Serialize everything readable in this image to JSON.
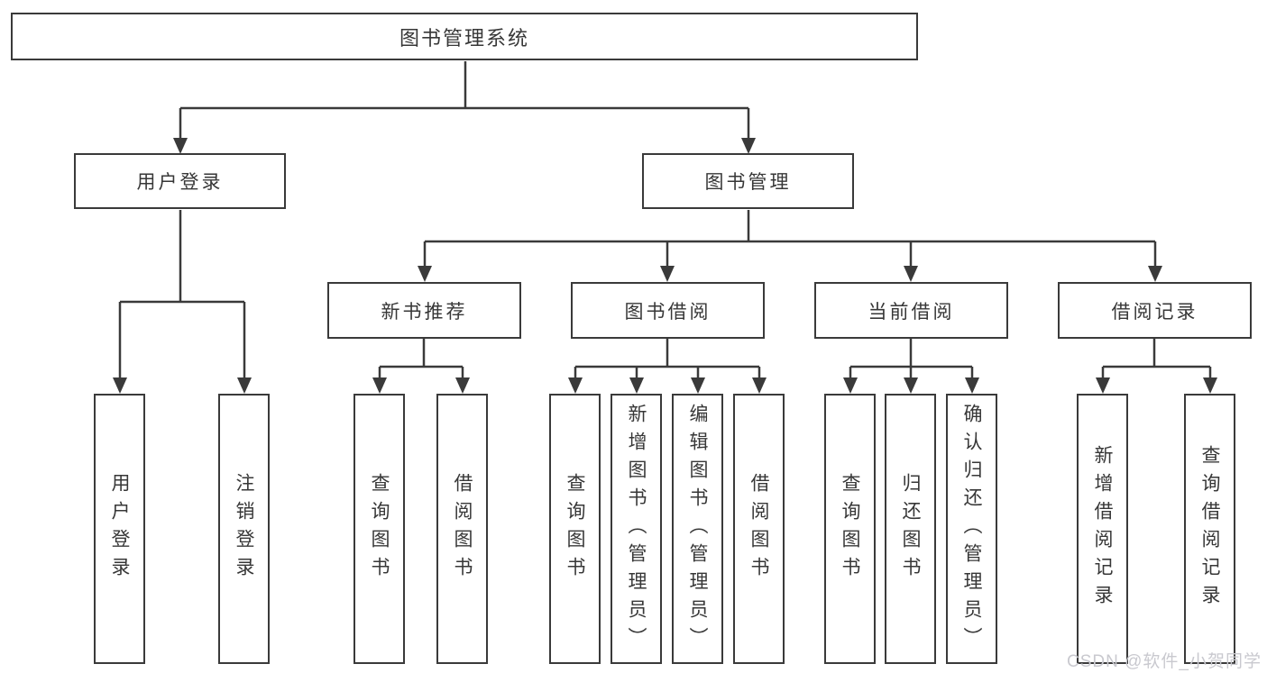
{
  "diagram": {
    "root": {
      "label": "图书管理系统"
    },
    "user_branch": {
      "label": "用户登录",
      "children": [
        {
          "label": "用户登录"
        },
        {
          "label": "注销登录"
        }
      ]
    },
    "book_branch": {
      "label": "图书管理",
      "sections": [
        {
          "label": "新书推荐",
          "children": [
            {
              "label": "查询图书"
            },
            {
              "label": "借阅图书"
            }
          ]
        },
        {
          "label": "图书借阅",
          "children": [
            {
              "label": "查询图书"
            },
            {
              "label": "新增图书（管理员）"
            },
            {
              "label": "编辑图书（管理员）"
            },
            {
              "label": "借阅图书"
            }
          ]
        },
        {
          "label": "当前借阅",
          "children": [
            {
              "label": "查询图书"
            },
            {
              "label": "归还图书"
            },
            {
              "label": "确认归还（管理员）"
            }
          ]
        },
        {
          "label": "借阅记录",
          "children": [
            {
              "label": "新增借阅记录"
            },
            {
              "label": "查询借阅记录"
            }
          ]
        }
      ]
    }
  },
  "watermark": {
    "text": "CSDN @软件_小贺同学"
  },
  "colors": {
    "line": "#3a3a3a",
    "box_background": "#ffffff",
    "text": "#373737",
    "watermark": "#c9c9cf"
  }
}
